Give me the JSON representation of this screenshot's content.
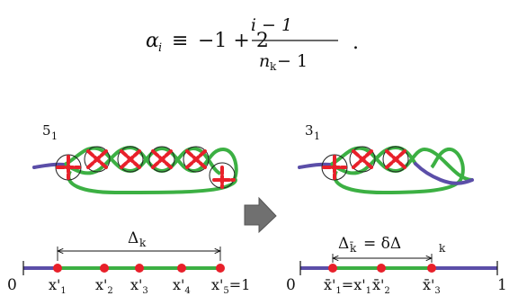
{
  "formula": {
    "lhs": "α",
    "lhs_sub": "i",
    "equiv": "≡",
    "constant": "−1 + 2",
    "numerator": "i − 1",
    "denominator_base": "n",
    "denominator_sub": "k",
    "denominator_rest": " − 1",
    "end_punct": "."
  },
  "left_panel": {
    "knot_label": "5",
    "knot_label_sub": "1",
    "interval_label": "Δ",
    "interval_label_sub": "k",
    "axis_start": "0",
    "points": [
      {
        "label": "x'",
        "sub": "1"
      },
      {
        "label": "x'",
        "sub": "2"
      },
      {
        "label": "x'",
        "sub": "3"
      },
      {
        "label": "x'",
        "sub": "4"
      },
      {
        "label": "x'",
        "sub": "5",
        "suffix": "=1"
      }
    ]
  },
  "right_panel": {
    "knot_label": "3",
    "knot_label_sub": "1",
    "interval_label": "Δ",
    "interval_label_sub": "k̄",
    "interval_rhs": "= δΔ",
    "interval_rhs_sub": "k",
    "axis_start": "0",
    "axis_end": "1",
    "points": [
      {
        "label": "x̄'",
        "sub": "1",
        "suffix": "=x'",
        "suffix_sub": "1"
      },
      {
        "label": "x̄'",
        "sub": "2"
      },
      {
        "label": "x̄'",
        "sub": "3"
      }
    ]
  },
  "colors": {
    "red": "#e8202a",
    "green": "#3cb043",
    "purple": "#5b4ea8",
    "arrow": "#707070"
  }
}
